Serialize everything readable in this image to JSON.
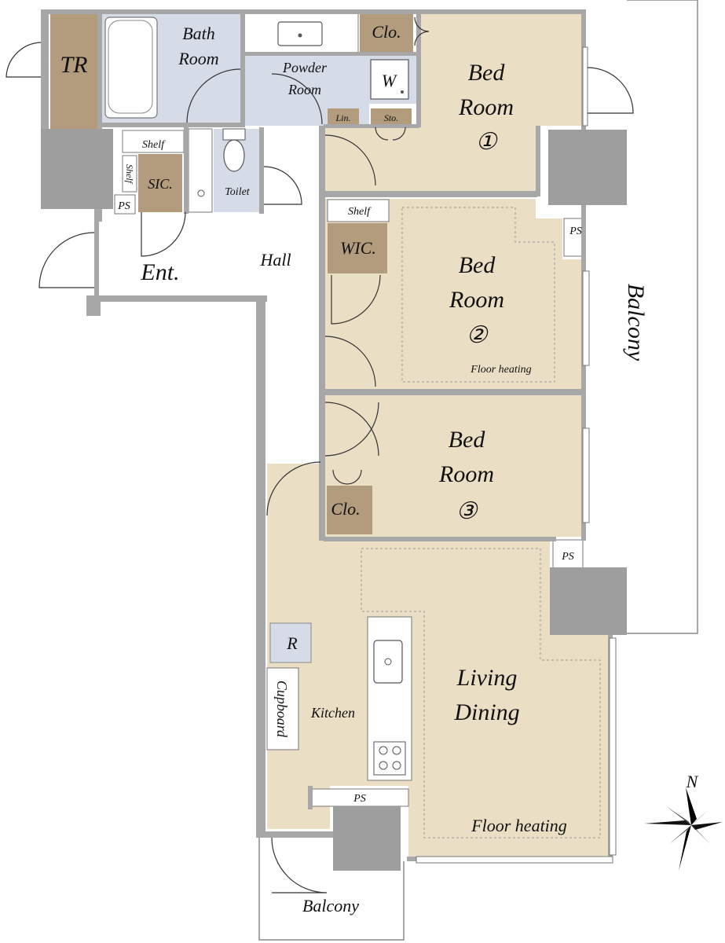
{
  "rooms": {
    "tr": "TR",
    "bath_line1": "Bath",
    "bath_line2": "Room",
    "clo_top": "Clo.",
    "powder_line1": "Powder",
    "powder_line2": "Room",
    "washer": "W",
    "lin": "Lin.",
    "sto": "Sto.",
    "bed1_line1": "Bed",
    "bed1_line2": "Room",
    "bed1_num": "①",
    "shelf_left": "Shelf",
    "shelf_vertical": "Shelf",
    "sic": "SIC.",
    "toilet": "Toilet",
    "ps_left": "PS",
    "ps_right_top": "PS",
    "shelf_wic": "Shelf",
    "wic": "WIC.",
    "bed2_line1": "Bed",
    "bed2_line2": "Room",
    "bed2_num": "②",
    "bed2_floor": "Floor heating",
    "entrance": "Ent.",
    "hall": "Hall",
    "balcony_right": "Balcony",
    "bed3_line1": "Bed",
    "bed3_line2": "Room",
    "bed3_num": "③",
    "clo_bed3": "Clo.",
    "ps_living": "PS",
    "fridge": "R",
    "cupboard": "Cupboard",
    "kitchen": "Kitchen",
    "living_line1": "Living",
    "living_line2": "Dining",
    "living_floor": "Floor heating",
    "ps_bottom": "PS",
    "balcony_bottom": "Balcony"
  },
  "compass": {
    "label": "N"
  },
  "colors": {
    "room_tan": "#eadfc4",
    "storage_brown": "#b39c7d",
    "wet_blue": "#d5dce8",
    "wall_gray": "#a7a7a7",
    "pillar_gray": "#9e9e9e",
    "white": "#ffffff"
  }
}
